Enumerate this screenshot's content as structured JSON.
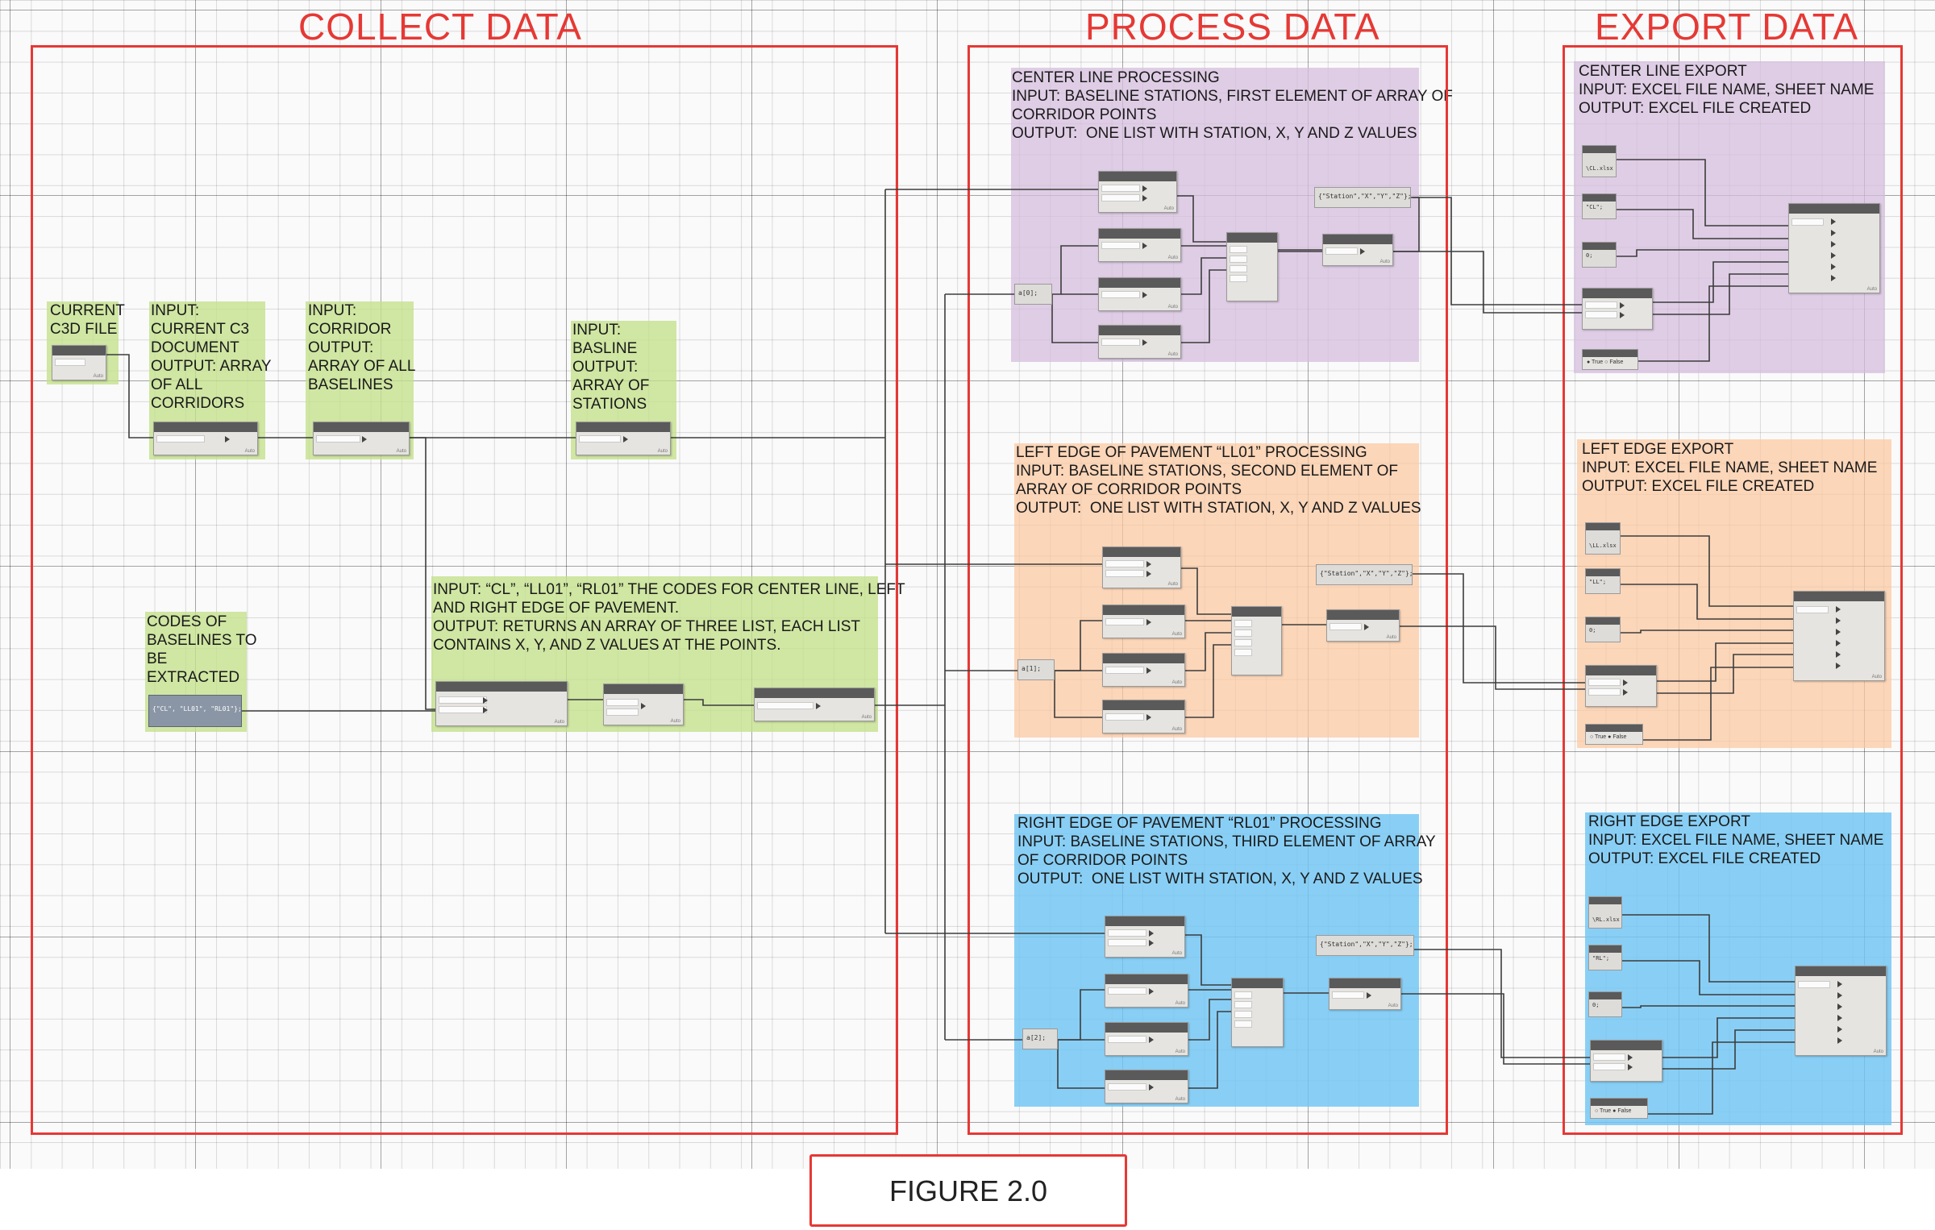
{
  "sections": {
    "collect": "COLLECT DATA",
    "process": "PROCESS DATA",
    "export": "EXPORT DATA"
  },
  "groups": {
    "current_file": "CURRENT\nC3D FILE",
    "current_doc": "INPUT:\nCURRENT C3\nDOCUMENT\nOUTPUT: ARRAY\nOF ALL\nCORRIDORS",
    "corridor": "INPUT:\nCORRIDOR\nOUTPUT:\nARRAY OF ALL\nBASELINES",
    "baseline": "INPUT:\nBASLINE\nOUTPUT:\nARRAY OF\nSTATIONS",
    "codes": "CODES OF\nBASELINES TO\nBE\nEXTRACTED",
    "points": "INPUT: “CL”, “LL01”, “RL01” THE CODES FOR CENTER LINE, LEFT\nAND RIGHT EDGE OF PAVEMENT.\nOUTPUT: RETURNS AN ARRAY OF THREE LIST, EACH LIST\nCONTAINS X, Y, AND Z VALUES AT THE POINTS.",
    "cl_process": "CENTER LINE PROCESSING\nINPUT: BASELINE STATIONS, FIRST ELEMENT OF ARRAY OF\nCORRIDOR POINTS\nOUTPUT:  ONE LIST WITH STATION, X, Y AND Z VALUES",
    "ll_process": "LEFT EDGE OF PAVEMENT “LL01” PROCESSING\nINPUT: BASELINE STATIONS, SECOND ELEMENT OF\nARRAY OF CORRIDOR POINTS\nOUTPUT:  ONE LIST WITH STATION, X, Y AND Z VALUES",
    "rl_process": "RIGHT EDGE OF PAVEMENT “RL01” PROCESSING\nINPUT: BASELINE STATIONS, THIRD ELEMENT OF ARRAY\nOF CORRIDOR POINTS\nOUTPUT:  ONE LIST WITH STATION, X, Y AND Z VALUES",
    "cl_export": "CENTER LINE EXPORT\nINPUT: EXCEL FILE NAME, SHEET NAME\nOUTPUT: EXCEL FILE CREATED",
    "ll_export": "LEFT EDGE EXPORT\nINPUT: EXCEL FILE NAME, SHEET NAME\nOUTPUT: EXCEL FILE CREATED",
    "rl_export": "RIGHT EDGE EXPORT\nINPUT: EXCEL FILE NAME, SHEET NAME\nOUTPUT: EXCEL FILE CREATED"
  },
  "code_blocks": {
    "codes": "{\"CL\", \"LL01\", \"RL01\"};",
    "cl_index": "a[0];",
    "ll_index": "a[1];",
    "rl_index": "a[2];",
    "header_list": "{\"Station\",\"X\",\"Y\",\"Z\"};",
    "cl_sheet": "\"CL\";",
    "ll_sheet": "\"LL\";",
    "rl_sheet": "\"RL\";",
    "zero": "0;",
    "cl_file": "\\CL.xlsx",
    "ll_file": "\\LL.xlsx",
    "rl_file": "\\RL.xlsx"
  },
  "toggle": {
    "true_label": "True",
    "false_label": "False"
  },
  "caption": "FIGURE 2.0"
}
